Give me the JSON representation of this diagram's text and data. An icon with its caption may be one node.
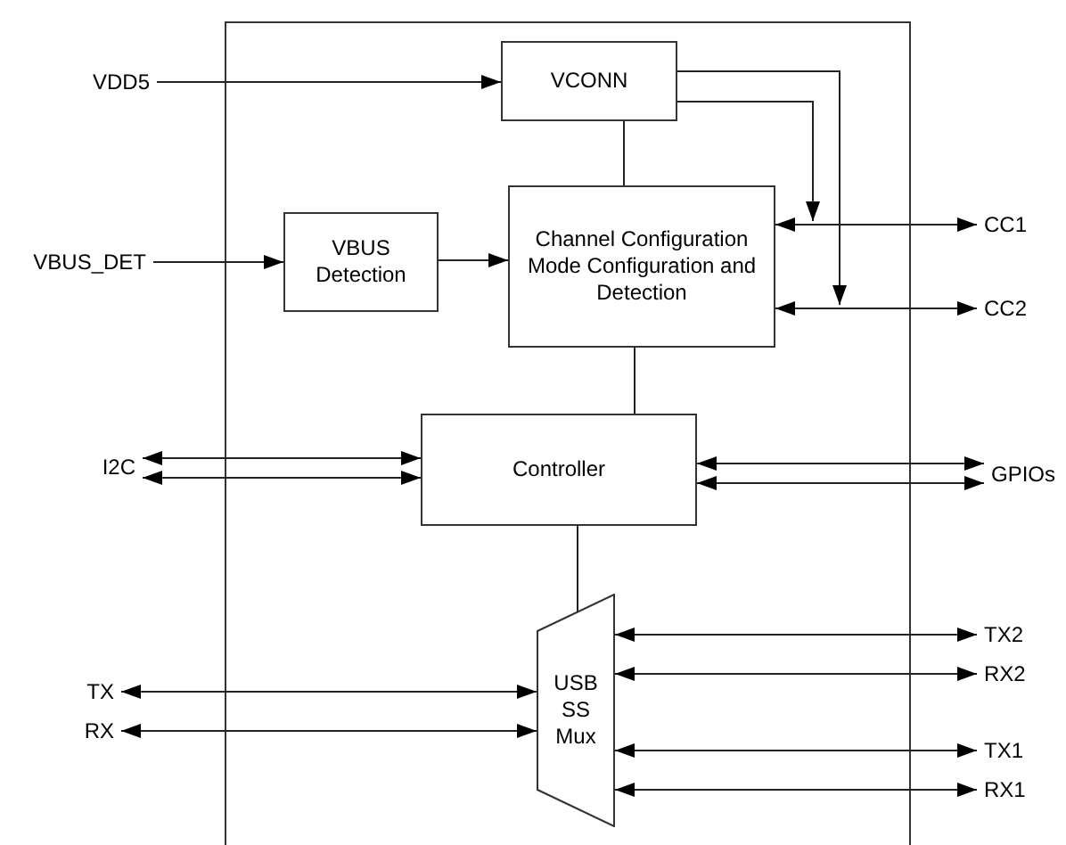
{
  "diagram": {
    "nodes": [
      {
        "text": [],
        "shape": "box"
      },
      {
        "text": [
          "VDD5"
        ]
      },
      {
        "text": [
          "VCONN"
        ],
        "in": 0
      },
      {
        "text": [
          "VBUS_DET"
        ]
      },
      {
        "text": [
          "VBUS Detection"
        ],
        "in": 0
      },
      {
        "text": [
          "Channel Configuration Mode Configuration and Detection"
        ],
        "in": 0
      },
      {
        "text": [
          "CC1"
        ]
      },
      {
        "text": [
          "CC2"
        ]
      },
      {
        "text": [
          "I2C"
        ]
      },
      {
        "text": [
          "Controller"
        ],
        "in": 0
      },
      {
        "text": [
          "GPIOs"
        ]
      },
      {
        "text": [
          "USB SS Mux"
        ],
        "in": 0
      },
      {
        "text": [
          "TX"
        ]
      },
      {
        "text": [
          "RX"
        ]
      },
      {
        "text": [
          "TX2"
        ]
      },
      {
        "text": [
          "RX2"
        ]
      },
      {
        "text": [
          "TX1"
        ]
      },
      {
        "text": [
          "RX1"
        ]
      }
    ],
    "edges": [
      {
        "from": 1,
        "to": 2,
        "arrow": "to"
      },
      {
        "from": 2,
        "to": 5,
        "arrow": "to"
      },
      {
        "from": 2,
        "to": 5,
        "arrow": "to"
      },
      {
        "from": 2,
        "to": 5,
        "arrow": "none"
      },
      {
        "from": 3,
        "to": 4,
        "arrow": "to"
      },
      {
        "from": 4,
        "to": 5,
        "arrow": "to"
      },
      {
        "from": 5,
        "to": 6,
        "arrow": "both"
      },
      {
        "from": 5,
        "to": 7,
        "arrow": "both"
      },
      {
        "from": 5,
        "to": 9,
        "arrow": "none"
      },
      {
        "from": 8,
        "to": 9,
        "arrow": "both"
      },
      {
        "from": 8,
        "to": 9,
        "arrow": "both"
      },
      {
        "from": 9,
        "to": 10,
        "arrow": "both"
      },
      {
        "from": 9,
        "to": 10,
        "arrow": "both"
      },
      {
        "from": 9,
        "to": 11,
        "arrow": "none"
      },
      {
        "from": 12,
        "to": 11,
        "arrow": "both"
      },
      {
        "from": 13,
        "to": 11,
        "arrow": "both"
      },
      {
        "from": 11,
        "to": 14,
        "arrow": "both"
      },
      {
        "from": 11,
        "to": 15,
        "arrow": "both"
      },
      {
        "from": 11,
        "to": 16,
        "arrow": "both"
      },
      {
        "from": 11,
        "to": 17,
        "arrow": "both"
      }
    ]
  }
}
